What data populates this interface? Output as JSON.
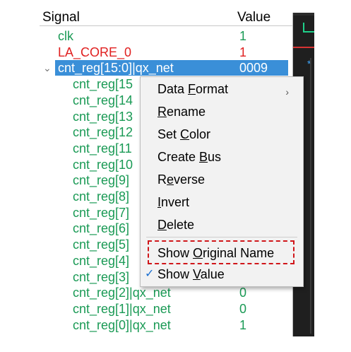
{
  "header": {
    "signal_label": "Signal",
    "value_label": "Value"
  },
  "colors": {
    "green": "#1a9a55",
    "red": "#e02020",
    "selection": "#3a8fd8",
    "highlight": "#d0161a"
  },
  "rows": [
    {
      "name": "clk",
      "value": "1",
      "color": "#1a9a55",
      "indent": 26
    },
    {
      "name": "LA_CORE_0",
      "value": "1",
      "color": "#e02020",
      "indent": 26
    },
    {
      "name": "cnt_reg[15:0]|qx_net",
      "value": "0009",
      "color": "#ffffff",
      "indent": 26,
      "selected": true,
      "expanded": true
    },
    {
      "name": "cnt_reg[15",
      "value": "",
      "color": "#1a9a55",
      "indent": 47
    },
    {
      "name": "cnt_reg[14",
      "value": "",
      "color": "#1a9a55",
      "indent": 47
    },
    {
      "name": "cnt_reg[13",
      "value": "",
      "color": "#1a9a55",
      "indent": 47
    },
    {
      "name": "cnt_reg[12",
      "value": "",
      "color": "#1a9a55",
      "indent": 47
    },
    {
      "name": "cnt_reg[11",
      "value": "",
      "color": "#1a9a55",
      "indent": 47
    },
    {
      "name": "cnt_reg[10",
      "value": "",
      "color": "#1a9a55",
      "indent": 47
    },
    {
      "name": "cnt_reg[9]",
      "value": "",
      "color": "#1a9a55",
      "indent": 47
    },
    {
      "name": "cnt_reg[8]",
      "value": "",
      "color": "#1a9a55",
      "indent": 47
    },
    {
      "name": "cnt_reg[7]",
      "value": "",
      "color": "#1a9a55",
      "indent": 47
    },
    {
      "name": "cnt_reg[6]",
      "value": "",
      "color": "#1a9a55",
      "indent": 47
    },
    {
      "name": "cnt_reg[5]",
      "value": "",
      "color": "#1a9a55",
      "indent": 47
    },
    {
      "name": "cnt_reg[4]",
      "value": "",
      "color": "#1a9a55",
      "indent": 47
    },
    {
      "name": "cnt_reg[3]",
      "value": "",
      "color": "#1a9a55",
      "indent": 47
    },
    {
      "name": "cnt_reg[2]|qx_net",
      "value": "0",
      "color": "#1a9a55",
      "indent": 47
    },
    {
      "name": "cnt_reg[1]|qx_net",
      "value": "0",
      "color": "#1a9a55",
      "indent": 47
    },
    {
      "name": "cnt_reg[0]|qx_net",
      "value": "1",
      "color": "#1a9a55",
      "indent": 47
    }
  ],
  "context_menu": {
    "data_format": {
      "pre": "Data ",
      "key": "F",
      "post": "ormat",
      "has_submenu": true,
      "submenu_icon": "chevron-right-icon"
    },
    "rename": {
      "pre": "",
      "key": "R",
      "post": "ename"
    },
    "set_color": {
      "pre": "Set ",
      "key": "C",
      "post": "olor"
    },
    "create_bus": {
      "pre": "Create ",
      "key": "B",
      "post": "us"
    },
    "reverse": {
      "pre": "R",
      "key": "e",
      "post": "verse"
    },
    "invert": {
      "pre": "",
      "key": "I",
      "post": "nvert"
    },
    "delete": {
      "pre": "",
      "key": "D",
      "post": "elete"
    },
    "show_original_name": {
      "pre": "Show ",
      "key": "O",
      "post": "riginal Name",
      "highlighted": true
    },
    "show_value": {
      "pre": "Show ",
      "key": "V",
      "post": "alue",
      "checked": true,
      "check_icon": "checkmark-icon"
    }
  }
}
